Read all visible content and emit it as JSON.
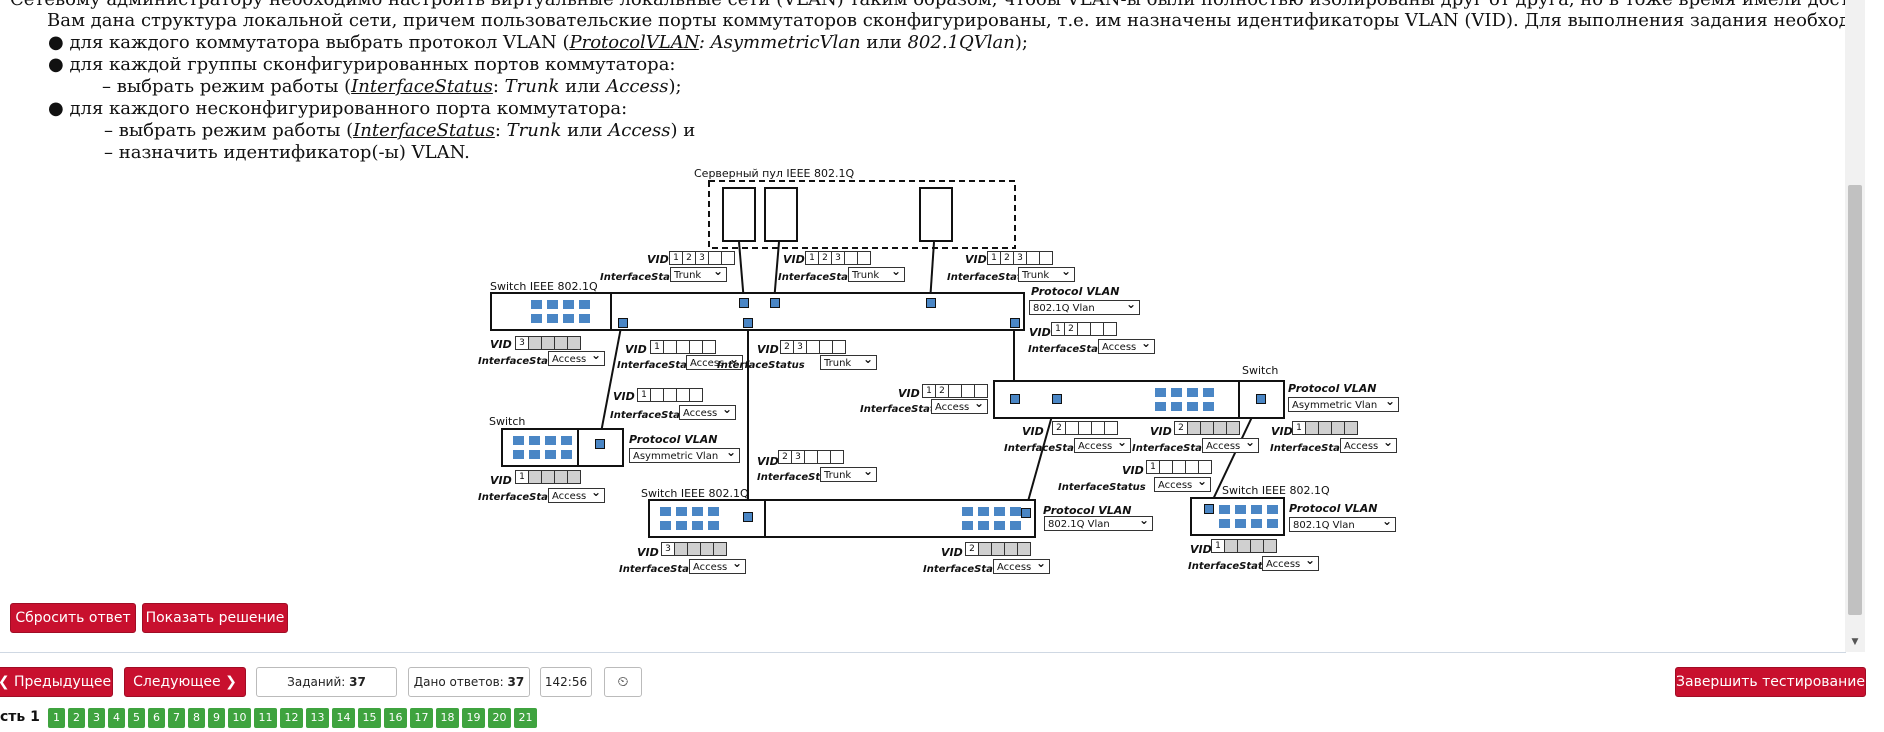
{
  "task": {
    "line0": "Сетевому администратору необходимо настроить виртуальные локальные сети (VLAN) таким образом, чтобы VLAN-ы были полностью изолированы друг от друга, но в тоже время имели доступ к пулу серверов.",
    "line1": "Вам дана структура локальной сети, причем пользовательские порты коммутаторов сконфигурированы, т.е. им назначены идентификаторы VLAN (VID). Для выполнения задания необходимо:",
    "b1_pre": "для каждого коммутатора выбрать протокол VLAN (",
    "b1_term": "ProtocolVLAN",
    "b1_mid": ": ",
    "b1_opt1": "AsymmetricVlan",
    "b1_or": " или ",
    "b1_opt2": "802.1QVlan",
    "b1_end": ");",
    "b2": "для каждой группы сконфигурированных портов коммутатора:",
    "b2_sub_pre": "– выбрать режим работы (",
    "b2_sub_term": "InterfaceStatus",
    "b2_sub_colon": ": ",
    "b2_sub_opt1": "Trunk",
    "b2_sub_or": " или ",
    "b2_sub_opt2": "Access",
    "b2_sub_end": ");",
    "b3": "для каждого несконфигурированного порта коммутатора:",
    "b3_sub1_pre": "– выбрать режим работы (",
    "b3_sub1_term": "InterfaceStatus",
    "b3_sub1_colon": ": ",
    "b3_sub1_opt1": "Trunk",
    "b3_sub1_or": " или ",
    "b3_sub1_opt2": "Access",
    "b3_sub1_end": ") и",
    "b3_sub2": "– назначить идентификатор(-ы) VLAN."
  },
  "diagram": {
    "server_pool": "Серверный пул IEEE 802.1Q",
    "vid": "VID",
    "interface_status": "InterfaceStatus",
    "protocol_vlan": "Protocol VLAN",
    "sw_top": "Switch IEEE 802.1Q",
    "sw_left": "Switch",
    "sw_right": "Switch",
    "sw_bottom": "Switch IEEE 802.1Q",
    "sw_bottom_right": "Switch IEEE 802.1Q",
    "trunk": "Trunk",
    "access": "Access",
    "v8021q": "802.1Q Vlan",
    "asym": "Asymmetric Vlan",
    "d1": "1",
    "d2": "2",
    "d3": "3"
  },
  "buttons": {
    "reset": "Сбросить ответ",
    "show": "Показать решение",
    "prev": "Предыдущее",
    "next": "Следующее",
    "finish": "Завершить тестирование"
  },
  "status": {
    "tasks_label": "Заданий:",
    "tasks_count": "37",
    "answers_label": "Дано ответов:",
    "answers_count": "37",
    "timer": "142:56",
    "part": "сть 1"
  },
  "pages": [
    "1",
    "2",
    "3",
    "4",
    "5",
    "6",
    "7",
    "8",
    "9",
    "10",
    "11",
    "12",
    "13",
    "14",
    "15",
    "16",
    "17",
    "18",
    "19",
    "20",
    "21"
  ],
  "colors": {
    "accent_red": "#c8102e",
    "page_green": "#3fa33f",
    "port_blue": "#4a86c5"
  }
}
